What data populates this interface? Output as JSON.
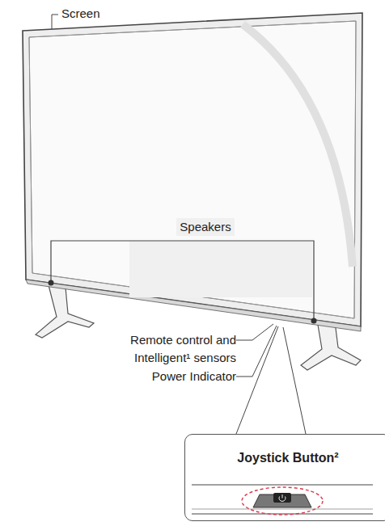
{
  "diagram": {
    "nodes": [
      {
        "text": [
          "Joystick Button²"
        ]
      }
    ],
    "labels": [
      "Screen",
      "Speakers",
      "Remote control and Intelligent¹ sensors",
      "Power Indicator"
    ]
  }
}
